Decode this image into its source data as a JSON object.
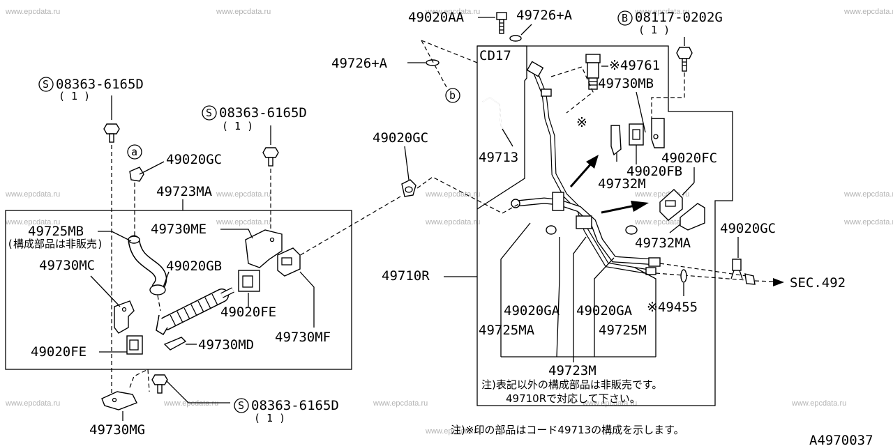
{
  "watermark": "www.epcdata.ru",
  "parts": {
    "p49020AA": "49020AA",
    "p49726A_top": "49726+A",
    "p49726A_left": "49726+A",
    "b_code": "08117-0202G",
    "b_qty": "( 1 )",
    "s_code_1": "08363-6165D",
    "s_qty_1": "( 1 )",
    "s_code_2": "08363-6165D",
    "s_qty_2": "( 1 )",
    "s_code_3": "08363-6165D",
    "s_qty_3": "( 1 )",
    "cd17": "CD17",
    "p49761": "※49761",
    "p49730MB": "49730MB",
    "p49713": "49713",
    "p49020GC_top": "49020GC",
    "p49020GC_left": "49020GC",
    "p49020GC_right": "49020GC",
    "p49723MA": "49723MA",
    "p49020FC": "49020FC",
    "p49020FB": "49020FB",
    "p49732M": "49732M",
    "p49732MA": "49732MA",
    "p49725MB": "49725MB",
    "p49725MB_note": "(構成部品は非販売)",
    "p49730ME": "49730ME",
    "p49730MC": "49730MC",
    "p49020GB": "49020GB",
    "p49020FE_1": "49020FE",
    "p49020FE_2": "49020FE",
    "p49730MF": "49730MF",
    "p49730MD": "49730MD",
    "p49730MG": "49730MG",
    "p49710R": "49710R",
    "p49020GA_1": "49020GA",
    "p49020GA_2": "49020GA",
    "p49725MA": "49725MA",
    "p49725M": "49725M",
    "p49455": "※49455",
    "p49723M": "49723M",
    "sec": "SEC.492",
    "marker_a": "a",
    "marker_b": "b",
    "marker_s": "S",
    "marker_B": "B",
    "asterisk": "※"
  },
  "notes": {
    "box_line1": "注)表記以外の構成部品は非販売です。",
    "box_line2": "49710Rで対応して下さい。",
    "bottom": "注)※印の部品はコード49713の構成を示します。"
  },
  "figure_code": "A4970037"
}
